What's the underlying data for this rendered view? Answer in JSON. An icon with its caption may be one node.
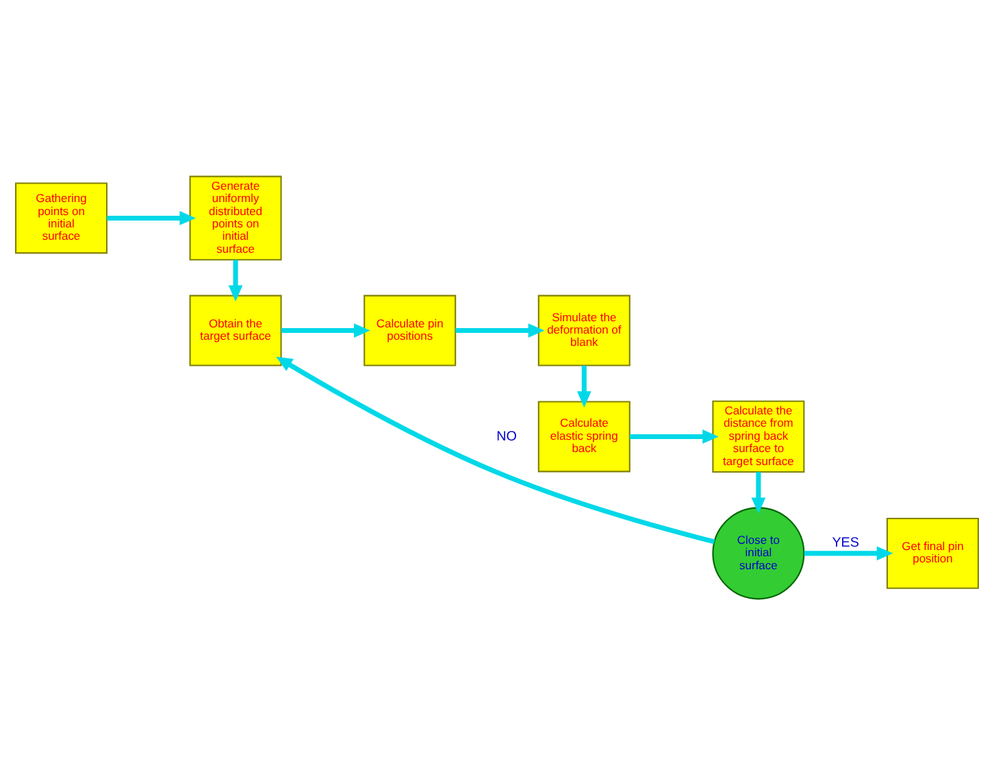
{
  "diagram": {
    "nodes": [
      {
        "text": [
          "Gathering points on initial surface"
        ]
      },
      {
        "text": [
          "Generate uniformly distributed points on initial surface"
        ]
      },
      {
        "text": [
          "Obtain the target surface"
        ]
      },
      {
        "text": [
          "Calculate pin positions"
        ]
      },
      {
        "text": [
          "Simulate the deformation of blank"
        ]
      },
      {
        "text": [
          "Calculate elastic spring back"
        ]
      },
      {
        "text": [
          "Calculate the distance from spring back surface to target surface"
        ]
      },
      {
        "text": [
          "Close to initial surface"
        ]
      },
      {
        "text": [
          "Get final pin position"
        ]
      }
    ],
    "edges": [
      {
        "from": 0,
        "to": 1,
        "arrow": "to"
      },
      {
        "from": 1,
        "to": 2,
        "arrow": "to"
      },
      {
        "from": 2,
        "to": 3,
        "arrow": "to"
      },
      {
        "from": 3,
        "to": 4,
        "arrow": "to"
      },
      {
        "from": 4,
        "to": 5,
        "arrow": "to"
      },
      {
        "from": 5,
        "to": 6,
        "arrow": "to"
      },
      {
        "from": 6,
        "to": 7,
        "arrow": "to"
      },
      {
        "from": 7,
        "to": 8,
        "arrow": "to",
        "label": "YES"
      },
      {
        "from": 7,
        "to": 2,
        "arrow": "to",
        "label": "NO"
      }
    ]
  }
}
